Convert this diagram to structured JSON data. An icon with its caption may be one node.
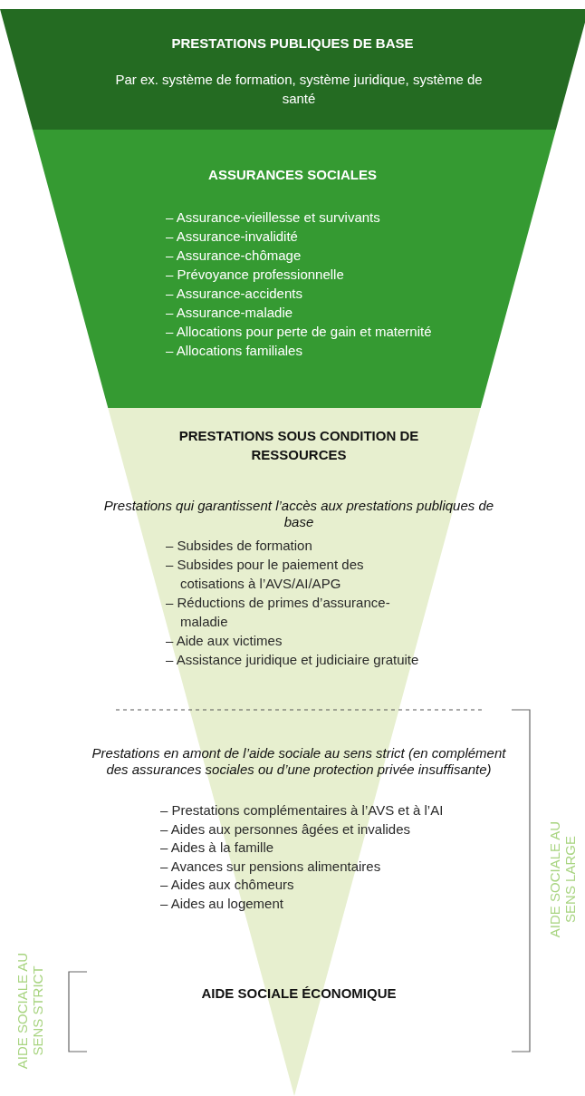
{
  "diagram": {
    "nodes": [
      {
        "text": [
          "PRESTATIONS PUBLIQUES DE BASE",
          "Par ex. système de formation, système juridique, système de santé"
        ]
      },
      {
        "text": [
          "ASSURANCES SOCIALES",
          "– Assurance-vieillesse et survivants",
          "– Assurance-invalidité",
          "– Assurance-chômage",
          "– Prévoyance professionnelle",
          "– Assurance-accidents",
          "– Assurance-maladie",
          "– Allocations pour perte de gain et maternité",
          "– Allocations familiales"
        ]
      },
      {
        "text": [
          "PRESTATIONS SOUS CONDITION DE RESSOURCES",
          "Prestations qui garantissent l’accès aux prestations publiques de base",
          "– Subsides de formation",
          "– Subsides pour le paiement des cotisations à l’AVS/AI/APG",
          "– Réductions de primes d’assurance-maladie",
          "– Aide aux victimes",
          "– Assistance juridique et judiciaire gratuite",
          "Prestations en amont de l’aide sociale au sens strict (en complément des assurances sociales ou d’une protection privée insuffisante)",
          "– Prestations complémentaires à l’AVS et à l’AI",
          "– Aides aux personnes âgées et invalides",
          "– Aides à la famille",
          "– Avances sur pensions alimentaires",
          "– Aides aux chômeurs",
          "– Aides au logement",
          "AIDE SOCIALE ÉCONOMIQUE"
        ]
      }
    ],
    "edges": [],
    "labels": [
      "AIDE SOCIALE AU SENS LARGE",
      "AIDE SOCIALE AU SENS STRICT"
    ]
  }
}
